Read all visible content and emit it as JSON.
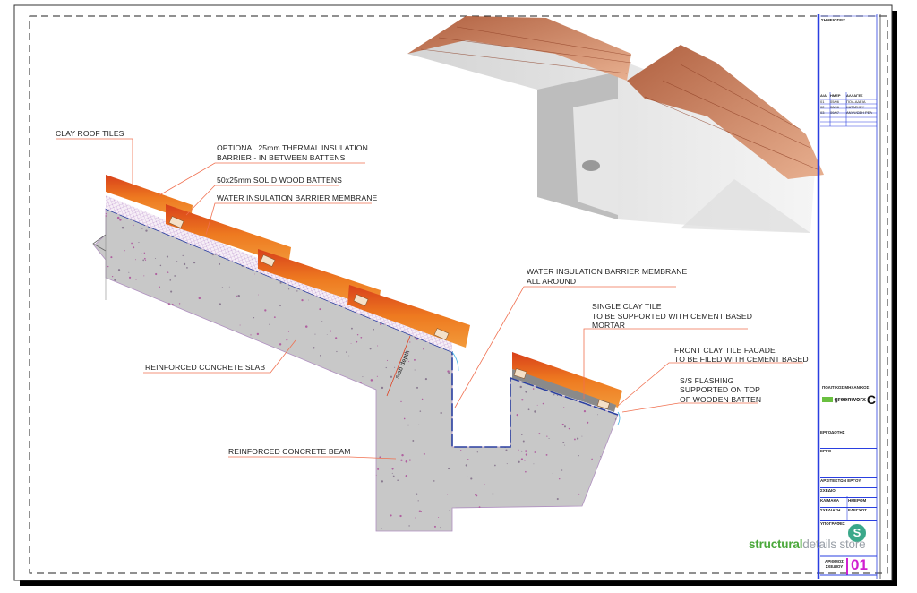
{
  "labels": {
    "clay_roof_tiles": "CLAY ROOF TILES",
    "thermal_line1": "OPTIONAL 25mm THERMAL INSULATION",
    "thermal_line2": "BARRIER - IN BETWEEN BATTENS",
    "battens": "50x25mm SOLID WOOD BATTENS",
    "membrane": "WATER INSULATION BARRIER MEMBRANE",
    "membrane_all_line1": "WATER INSULATION BARRIER MEMBRANE",
    "membrane_all_line2": "ALL AROUND",
    "single_tile_line1": "SINGLE CLAY TILE",
    "single_tile_line2": "TO BE SUPPORTED WITH CEMENT BASED",
    "single_tile_line3": "MORTAR",
    "facade_line1": "FRONT CLAY TILE FACADE",
    "facade_line2": "TO BE FILED WITH CEMENT BASED",
    "flashing_line1": "S/S FLASHING",
    "flashing_line2": "SUPPORTED ON TOP",
    "flashing_line3": "OF WOODEN BATTEN",
    "slab": "REINFORCED CONCRETE SLAB",
    "beam": "REINFORCED CONCRETE BEAM",
    "slab_depth": "slab depth"
  },
  "title_block": {
    "notes_title": "ΣΗΜΕΙΩΣΕΙΣ",
    "rev_headers": [
      "Α/Α",
      "ΗΜΕΡ",
      "ΑΛΛΑΓΕΣ"
    ],
    "revisions": [
      [
        "01",
        "05/06",
        "ΠΟΛ.ΑΔΕΙΑ"
      ],
      [
        "02",
        "08/06",
        "ΚΑΤΑΣΚΕΥ"
      ],
      [
        "03",
        "09/07",
        "ΑΝΥΨΩΣΗ ΡΕΛ"
      ]
    ],
    "engineer_title": "ΠΟΛΙΤΙΚΟΣ ΜΗΧΑΝΙΚΟΣ",
    "logo_text": "greenworx",
    "client": "ΕΡΓΟΔΟΤΗΣ",
    "project": "ΕΡΓΟ",
    "architect": "ΑΡΧΙΤΕΚΤΩΝ ΕΡΓΟΥ",
    "drawing": "ΣΧΕΔΙΟ",
    "scale": "ΚΛΙΜΑΚΑ",
    "date": "ΗΜΕΡΟΜ",
    "drawn": "ΣΧΕΔΙΑΣΗ",
    "checked": "ΕΛΕΓΧΟΣ",
    "signatures": "ΥΠΟΓΡΑΦΕΣ",
    "sheet_no_label_1": "ΑΡΙΘΜΟΣ",
    "sheet_no_label_2": "ΣΧΕΔΙΟΥ",
    "sheet_no": "01"
  },
  "brand": {
    "bold": "structural",
    "light": "details store",
    "logo_letter": "S"
  },
  "colors": {
    "tile": "#e8701e",
    "concrete": "#c8c8c8",
    "leader": "#f07050",
    "titleblock": "#2a3fe0",
    "accent": "#d020d0",
    "brand": "#4aa83a"
  }
}
